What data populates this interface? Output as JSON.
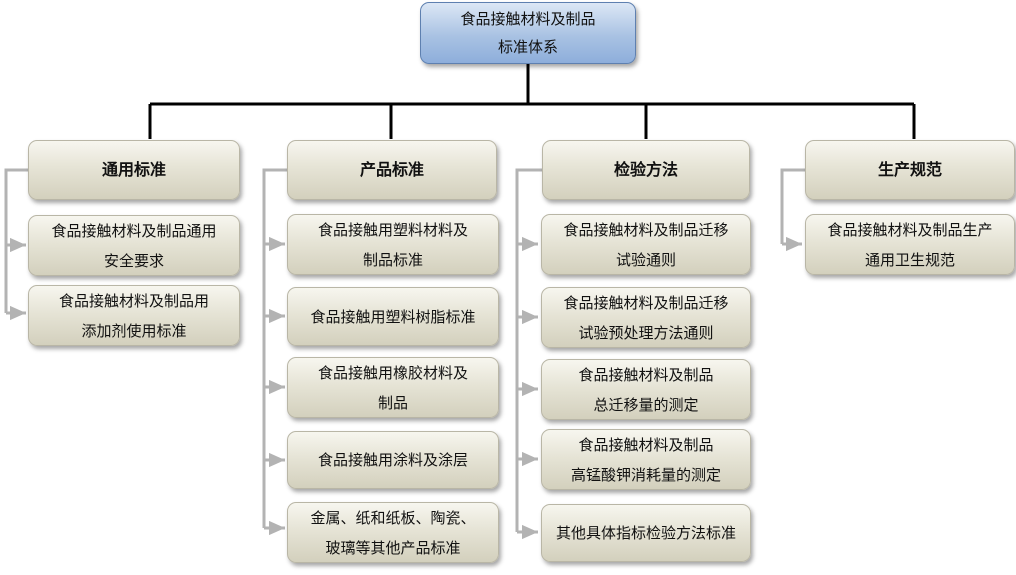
{
  "root": {
    "label": "食品接触材料及制品\n标准体系"
  },
  "categories": [
    {
      "label": "通用标准",
      "items": [
        "食品接触材料及制品通用\n安全要求",
        "食品接触材料及制品用\n添加剂使用标准"
      ]
    },
    {
      "label": "产品标准",
      "items": [
        "食品接触用塑料材料及\n制品标准",
        "食品接触用塑料树脂标准",
        "食品接触用橡胶材料及\n制品",
        "食品接触用涂料及涂层",
        "金属、纸和纸板、陶瓷、\n玻璃等其他产品标准"
      ]
    },
    {
      "label": "检验方法",
      "items": [
        "食品接触材料及制品迁移\n试验通则",
        "食品接触材料及制品迁移\n试验预处理方法通则",
        "食品接触材料及制品\n总迁移量的测定",
        "食品接触材料及制品\n高锰酸钾消耗量的测定",
        "其他具体指标检验方法标准"
      ]
    },
    {
      "label": "生产规范",
      "items": [
        "食品接触材料及制品生产\n通用卫生规范"
      ]
    }
  ]
}
